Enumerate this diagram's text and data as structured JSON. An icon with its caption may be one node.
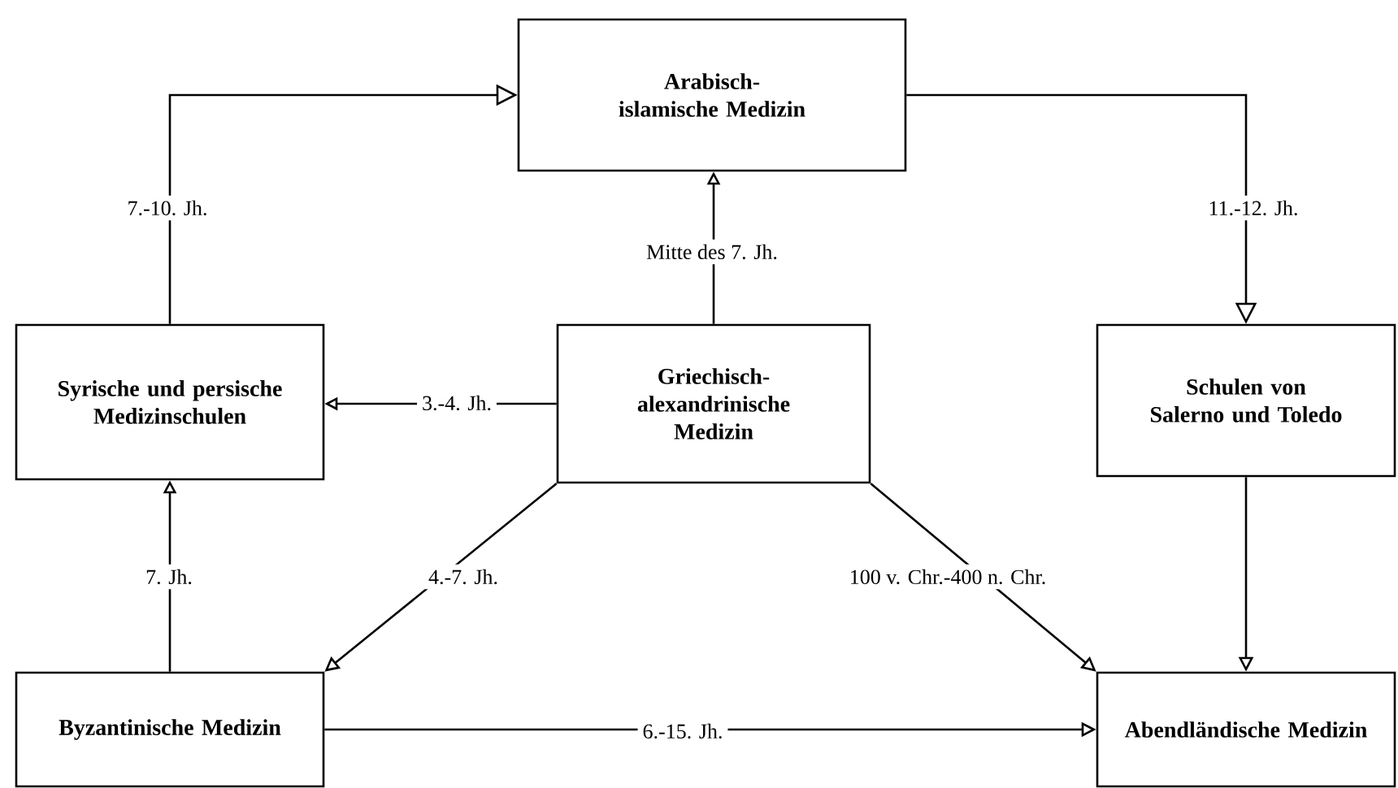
{
  "diagram": {
    "nodes": [
      {
        "text": [
          "Arabisch-islamische Medizin"
        ]
      },
      {
        "text": [
          "Syrische und persische Medizinschulen"
        ]
      },
      {
        "text": [
          "Griechisch-alexandrinische Medizin"
        ]
      },
      {
        "text": [
          "Schulen von Salerno und Toledo"
        ]
      },
      {
        "text": [
          "Byzantinische Medizin"
        ]
      },
      {
        "text": [
          "Abendländische Medizin"
        ]
      }
    ],
    "edges": [
      {
        "from": 1,
        "to": 0,
        "arrow": "to",
        "label": "7.-10. Jh."
      },
      {
        "from": 2,
        "to": 0,
        "arrow": "to",
        "label": "Mitte des 7. Jh."
      },
      {
        "from": 0,
        "to": 3,
        "arrow": "to",
        "label": "11.-12. Jh."
      },
      {
        "from": 2,
        "to": 1,
        "arrow": "to",
        "label": "3.-4. Jh."
      },
      {
        "from": 4,
        "to": 1,
        "arrow": "to",
        "label": "7. Jh."
      },
      {
        "from": 2,
        "to": 4,
        "arrow": "to",
        "label": "4.-7. Jh."
      },
      {
        "from": 2,
        "to": 5,
        "arrow": "to",
        "label": "100 v. Chr.-400 n. Chr."
      },
      {
        "from": 3,
        "to": 5,
        "arrow": "to"
      },
      {
        "from": 4,
        "to": 5,
        "arrow": "to",
        "label": "6.-15. Jh."
      }
    ]
  }
}
